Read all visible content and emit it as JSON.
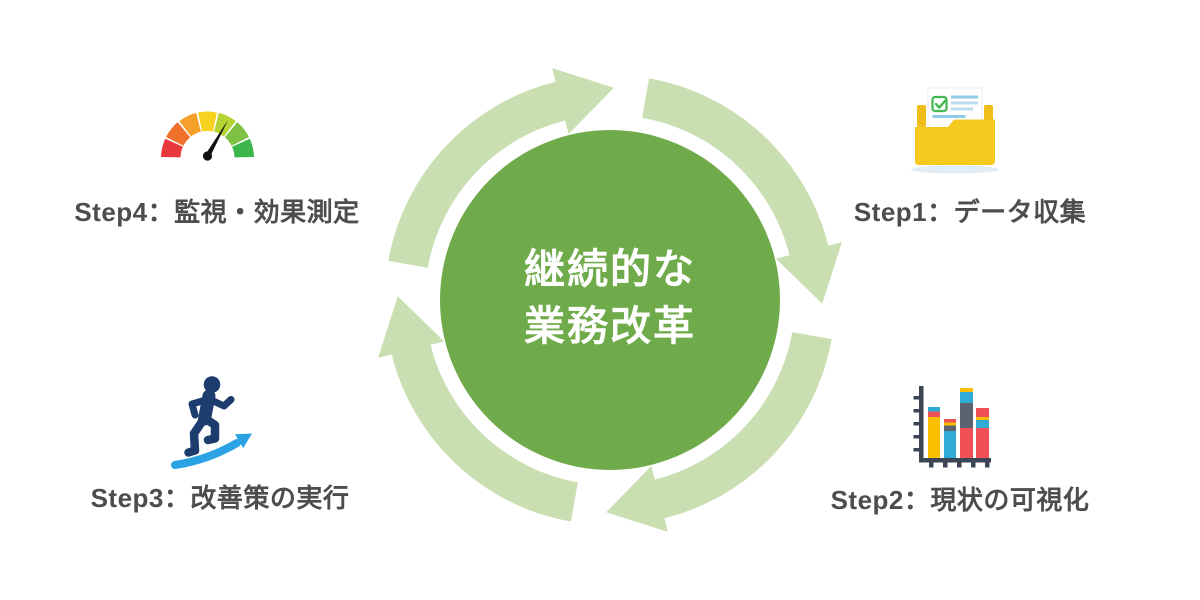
{
  "diagram": {
    "type": "cycle",
    "direction": "clockwise",
    "center": {
      "line1": "継続的な",
      "line2": "業務改革"
    }
  },
  "steps": [
    {
      "label": "Step1：データ収集",
      "icon": "folder-documents-icon",
      "position": "top-right"
    },
    {
      "label": "Step2：現状の可視化",
      "icon": "stacked-bar-chart-icon",
      "position": "bottom-right"
    },
    {
      "label": "Step3：改善策の実行",
      "icon": "runner-up-arrow-icon",
      "position": "bottom-left"
    },
    {
      "label": "Step4：監視・効果測定",
      "icon": "gauge-icon",
      "position": "top-left"
    }
  ],
  "colors": {
    "background": "#ffffff",
    "center_circle": "#6fab4a",
    "ring": "#cadfb1",
    "center_text": "#ffffff",
    "label_text": "#4d4d4d"
  },
  "icons": {
    "gauge": {
      "segment_colors": [
        "#e8393d",
        "#f0712b",
        "#f5a02b",
        "#f7d21e",
        "#b5d333",
        "#7fc143",
        "#3cb54a"
      ],
      "needle_color": "#111111"
    },
    "folder": {
      "folder_color": "#f6c91f",
      "ear_color": "#efbe18",
      "paper_color": "#ffffff",
      "line_color": "#8ecbe6",
      "line_color_light": "#bcdeee",
      "check_color": "#3fb950",
      "shadow_color": "#e2ecf4"
    },
    "bar_chart": {
      "palette": {
        "yellow": "#fcbf00",
        "blue": "#30abd5",
        "red": "#f05156",
        "gray": "#5b6370",
        "axis": "#3b4553"
      }
    },
    "runner": {
      "figure_color": "#1d3d6e",
      "arrow_color": "#2aa2e3"
    }
  }
}
